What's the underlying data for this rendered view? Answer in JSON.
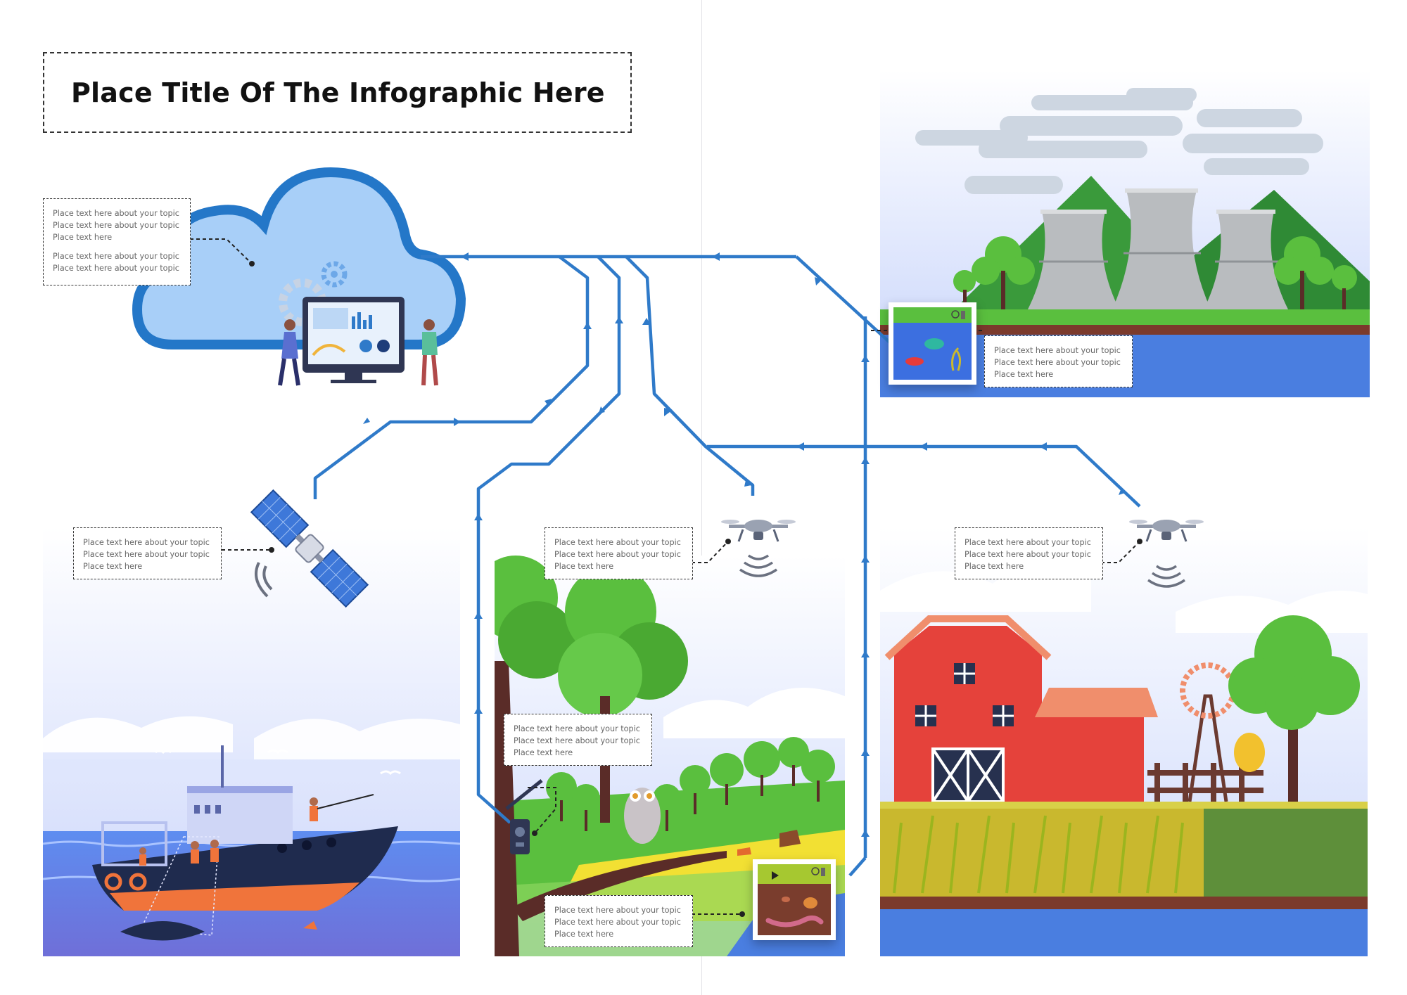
{
  "title": "Place Title Of The Infographic Here",
  "colors": {
    "network_line": "#2f7ac9",
    "cloud_fill": "#a8cff8",
    "cloud_stroke": "#2477c8",
    "water": "#4a7ee0",
    "grass": "#5abf3e",
    "barn_red": "#e5423b",
    "sky_top": "#c7d3fa"
  },
  "icons": [
    "cloud-icon",
    "satellite-icon",
    "drone-icon",
    "camera-trap-icon",
    "gear-icon",
    "signal-waves-icon"
  ],
  "notes": [
    {
      "id": "cloud",
      "lines": [
        "Place text here about your topic",
        "Place text here about your topic",
        "Place text here"
      ],
      "extra_lines": [
        "Place text here about your topic",
        "Place text here about your topic"
      ]
    },
    {
      "id": "satellite",
      "lines": [
        "Place text here about your topic",
        "Place text here about your topic",
        "Place text here"
      ]
    },
    {
      "id": "drone1",
      "lines": [
        "Place text here about your topic",
        "Place text here about your topic",
        "Place text here"
      ]
    },
    {
      "id": "drone2",
      "lines": [
        "Place text here about your topic",
        "Place text here about your topic",
        "Place text here"
      ]
    },
    {
      "id": "plant",
      "lines": [
        "Place text here about your topic",
        "Place text here about your topic",
        "Place text here"
      ]
    },
    {
      "id": "camera",
      "lines": [
        "Place text here about your topic",
        "Place text here about your topic",
        "Place text here"
      ]
    },
    {
      "id": "soil",
      "lines": [
        "Place text here about your topic",
        "Place text here about your topic",
        "Place text here"
      ]
    }
  ]
}
